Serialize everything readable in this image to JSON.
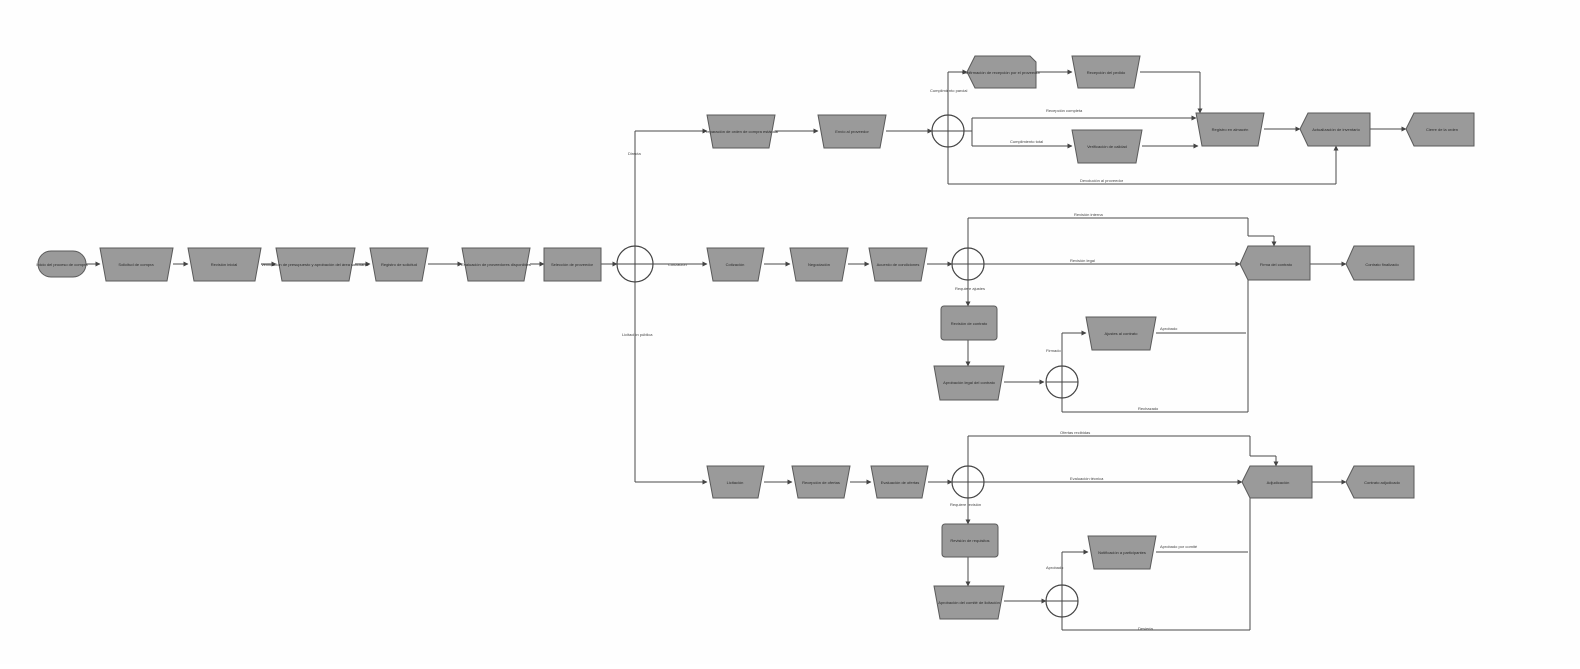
{
  "diagram": {
    "nodes": {
      "start": "Inicio del proceso de compra",
      "n1": "Solicitud de compra",
      "n2": "Revisión inicial",
      "n3": "Verificación de presupuesto y aprobación del área solicitante",
      "n4": "Registro de solicitud",
      "n5": "Evaluación de proveedores disponibles",
      "n6": "Selección de proveedor",
      "t_a1": "Preparación de orden de compra estándar",
      "t_a2": "Envío al proveedor",
      "t_a3": "Confirmación de recepción por el proveedor",
      "t_a4": "Recepción del pedido",
      "t_a5": "Verificación de calidad",
      "t_a6": "Registro en almacén",
      "t_a7": "Actualización de inventario",
      "t_a8": "Cierre de la orden",
      "t_b1": "Cotización",
      "t_b2": "Negociación",
      "t_b3": "Acuerdo de condiciones",
      "t_b4": "Revisión de contrato",
      "t_b5": "Aprobación legal del contrato",
      "t_b6": "Ajustes al contrato",
      "t_b7": "Firma del contrato",
      "t_b8": "Contrato finalizado",
      "t_c1": "Licitación",
      "t_c2": "Recepción de ofertas",
      "t_c3": "Evaluación de ofertas",
      "t_c4": "Revisión de requisitos",
      "t_c5": "Aprobación del comité de licitación",
      "t_c6": "Notificación a participantes",
      "t_c7": "Adjudicación",
      "t_c8": "Contrato adjudicado"
    },
    "edges": {
      "e_top": "Directa",
      "e_mid": "Cotización",
      "e_bot": "Licitación pública",
      "a_up": "Cumplimiento parcial",
      "a_mid1": "Recepción completa",
      "a_mid2": "Cumplimiento total",
      "a_bot": "Devolución al proveedor",
      "b_top": "Revisión interna",
      "b_right": "Revisión legal",
      "b_down": "Requiere ajustes",
      "b_r2": "Aprobado",
      "b_low": "Firmado",
      "b_bottom": "Rechazado",
      "c_top": "Ofertas recibidas",
      "c_right": "Evaluación técnica",
      "c_down": "Requiere revisión",
      "c_r2": "Aprobado por comité",
      "c_low": "Aprobado",
      "c_bottom": "Desierta"
    }
  }
}
